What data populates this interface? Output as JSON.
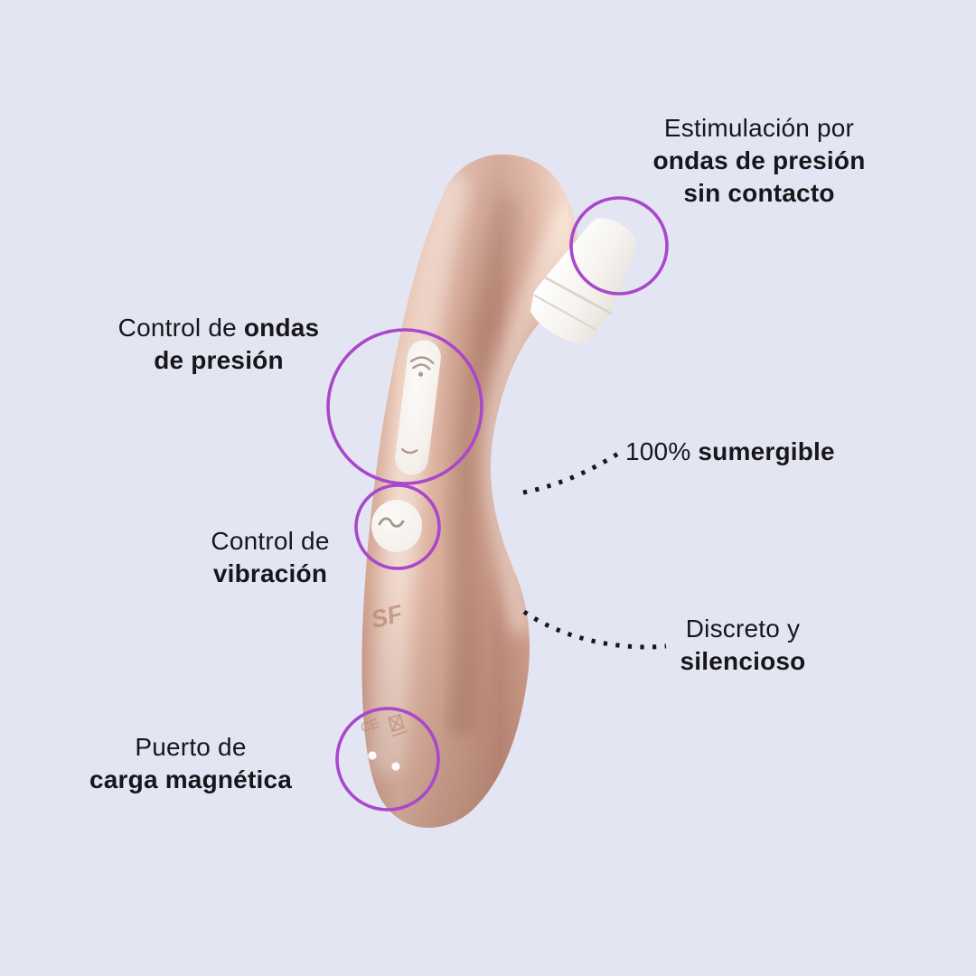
{
  "canvas": {
    "background_color": "#E4E5F3",
    "accent_purple": "#A948CB",
    "text_color": "#17161B",
    "connector_color": "#17161B"
  },
  "device": {
    "type": "handheld-massager",
    "body_color": "#D5A894",
    "head_color": "#F6F2EE",
    "logo_text": "SF",
    "ce_mark": "CE"
  },
  "annotations": {
    "stimulation": {
      "lines": [
        [
          "Estimulación por"
        ],
        [
          "ondas de presión"
        ],
        [
          "sin contacto"
        ]
      ]
    },
    "pressure_control": {
      "lines": [
        [
          "Control de ",
          "ondas"
        ],
        [
          "de presión"
        ]
      ]
    },
    "submersible": {
      "lines": [
        [
          "100% ",
          "sumergible"
        ]
      ]
    },
    "vibration_control": {
      "lines": [
        [
          "Control de"
        ],
        [
          "vibración"
        ]
      ]
    },
    "discreet": {
      "lines": [
        [
          "Discreto y"
        ],
        [
          "silencioso"
        ]
      ]
    },
    "charging_port": {
      "lines": [
        [
          "Puerto de"
        ],
        [
          "carga magnética"
        ]
      ]
    }
  }
}
